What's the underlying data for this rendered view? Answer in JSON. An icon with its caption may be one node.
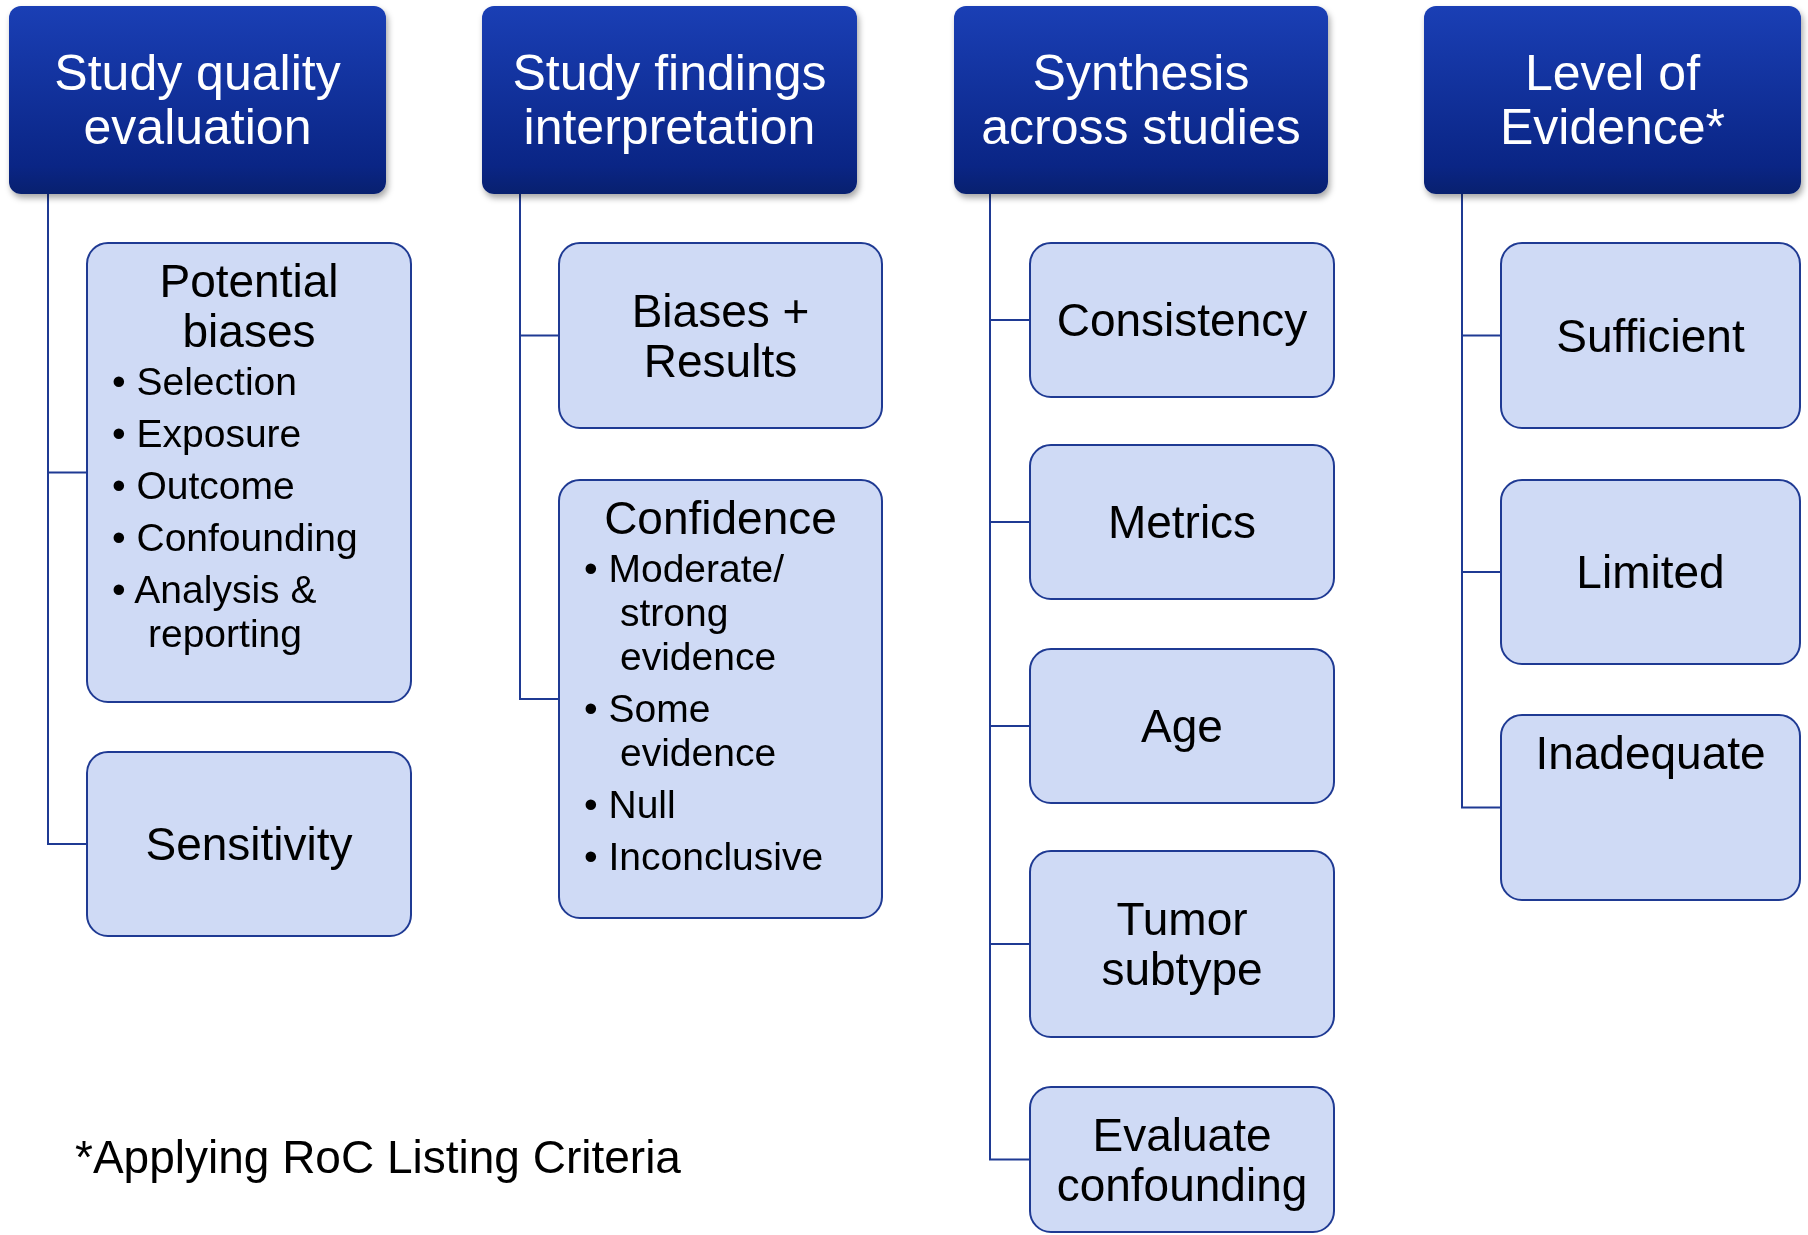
{
  "diagram": {
    "nodes": [
      {
        "text": [
          "Study quality evaluation"
        ]
      },
      {
        "text": [
          "Study findings interpretation"
        ]
      },
      {
        "text": [
          "Synthesis across studies"
        ]
      },
      {
        "text": [
          "Level of Evidence*"
        ]
      },
      {
        "text": [
          "Potential biases",
          "• Selection",
          "• Exposure",
          "• Outcome",
          "• Confounding",
          "• Analysis & reporting"
        ]
      },
      {
        "text": [
          "Sensitivity"
        ]
      },
      {
        "text": [
          "Biases + Results"
        ]
      },
      {
        "text": [
          "Confidence",
          "• Moderate/ strong evidence",
          "• Some evidence",
          "• Null",
          "• Inconclusive"
        ]
      },
      {
        "text": [
          "Consistency"
        ]
      },
      {
        "text": [
          "Metrics"
        ]
      },
      {
        "text": [
          "Age"
        ]
      },
      {
        "text": [
          "Tumor subtype"
        ]
      },
      {
        "text": [
          "Evaluate confounding"
        ]
      },
      {
        "text": [
          "Sufficient"
        ]
      },
      {
        "text": [
          "Limited"
        ]
      },
      {
        "text": [
          "Inadequate"
        ]
      }
    ],
    "edges": [
      {
        "from": 0,
        "to": 4,
        "arrow": "none"
      },
      {
        "from": 0,
        "to": 5,
        "arrow": "none"
      },
      {
        "from": 1,
        "to": 6,
        "arrow": "none"
      },
      {
        "from": 1,
        "to": 7,
        "arrow": "none"
      },
      {
        "from": 2,
        "to": 8,
        "arrow": "none"
      },
      {
        "from": 2,
        "to": 9,
        "arrow": "none"
      },
      {
        "from": 2,
        "to": 10,
        "arrow": "none"
      },
      {
        "from": 2,
        "to": 11,
        "arrow": "none"
      },
      {
        "from": 2,
        "to": 12,
        "arrow": "none"
      },
      {
        "from": 3,
        "to": 13,
        "arrow": "none"
      },
      {
        "from": 3,
        "to": 14,
        "arrow": "none"
      },
      {
        "from": 3,
        "to": 15,
        "arrow": "none"
      }
    ],
    "labels": [
      "*Applying RoC Listing Criteria"
    ]
  }
}
